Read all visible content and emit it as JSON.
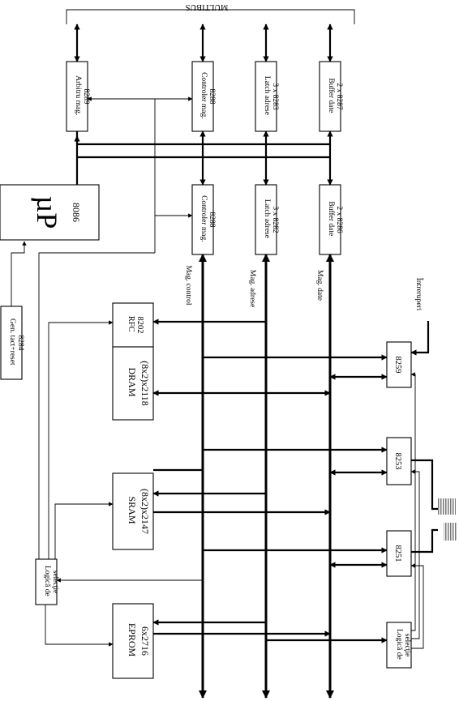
{
  "multibus": "MULTIBUS",
  "cpu": {
    "mu": "µP",
    "model": "8086"
  },
  "upper": {
    "arbiter": [
      "Arbitru mag.",
      "8289"
    ],
    "ctrl": [
      "Controler mag.",
      "8288"
    ],
    "latch": [
      "Latch adrese",
      "3 x 8283"
    ],
    "buffer": [
      "Buffer date",
      "2 x 8287"
    ]
  },
  "lower": {
    "ctrl": [
      "Controler mag.",
      "8288"
    ],
    "latch": [
      "Latch adrese",
      "3 x 8282"
    ],
    "buffer": [
      "Buffer date",
      "2 x 8286"
    ]
  },
  "clock": [
    "Gen. tact+reset",
    "8284"
  ],
  "buses": {
    "control": "Mag. control",
    "address": "Mag. adrese",
    "data": "Mag. date"
  },
  "rfc": [
    "RFC",
    "8202"
  ],
  "dram": [
    "DRAM",
    "(8x2)x2118"
  ],
  "sram": [
    "SRAM",
    "(8x2)x2147"
  ],
  "eprom": [
    "EPROM",
    "6x2716"
  ],
  "select_left": [
    "Logică de",
    "selecţie"
  ],
  "select_right": [
    "Logică de",
    "selecţie"
  ],
  "interrupts": "Întreruperi",
  "pic": "8259",
  "pit": "8253",
  "usart": "8251"
}
